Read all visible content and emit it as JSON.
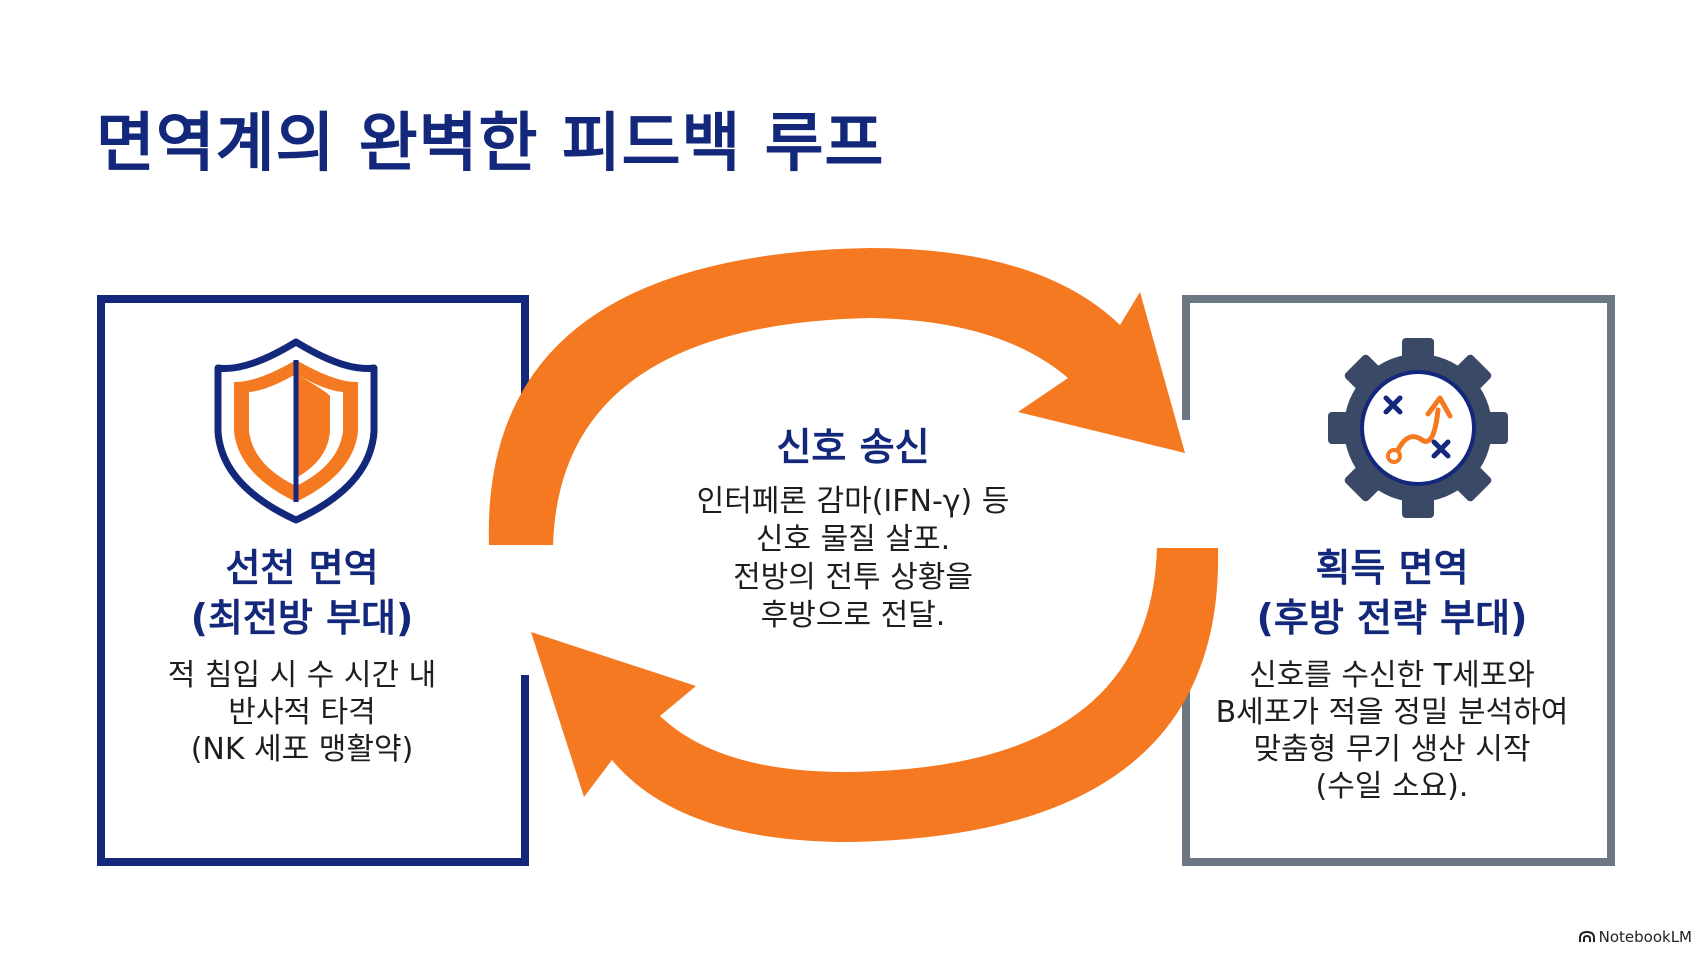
{
  "title": "면역계의 완벽한 피드백 루프",
  "innate": {
    "heading_lines": [
      "선천 면역",
      "(최전방 부대)"
    ],
    "desc_lines": [
      "적 침입 시 수 시간 내",
      "반사적 타격",
      "(NK 세포 맹활약)"
    ],
    "icon": "shield-icon",
    "border_color": "#13287a"
  },
  "signal": {
    "heading": "신호 송신",
    "desc_lines": [
      "인터페론 감마(IFN-γ) 등",
      "신호 물질 살포.",
      "전방의 전투 상황을",
      "후방으로 전달."
    ]
  },
  "adaptive": {
    "heading_lines": [
      "획득 면역",
      "(후방 전략 부대)"
    ],
    "desc_lines": [
      "신호를 수신한 T세포와",
      "B세포가 적을 정밀 분석하여",
      "맞춤형 무기 생산 시작",
      "(수일 소요)."
    ],
    "icon": "strategy-gear-icon",
    "border_color": "#6b7782"
  },
  "arrow_color": "#f47920",
  "brand": "NotebookLM"
}
